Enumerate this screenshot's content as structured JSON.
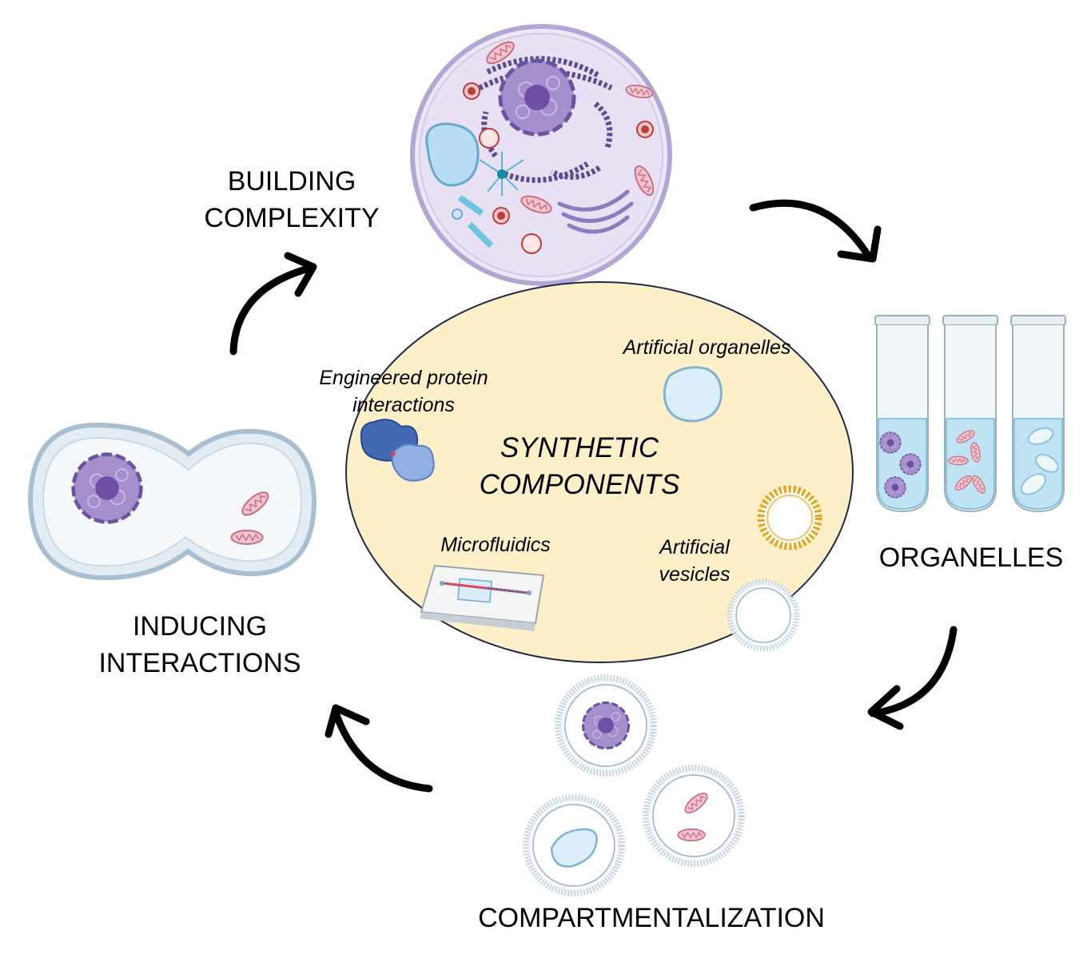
{
  "stages": {
    "building_complexity": [
      "BUILDING",
      "COMPLEXITY"
    ],
    "organelles": "ORGANELLES",
    "compartmentalization": "COMPARTMENTALIZATION",
    "inducing_interactions": [
      "INDUCING",
      "INTERACTIONS"
    ]
  },
  "center": {
    "title": [
      "SYNTHETIC",
      "COMPONENTS"
    ],
    "components": {
      "artificial_organelles": "Artificial organelles",
      "engineered_protein": [
        "Engineered protein",
        "interactions"
      ],
      "microfluidics": "Microfluidics",
      "artificial_vesicles": [
        "Artificial",
        "vesicles"
      ]
    }
  },
  "icons": [
    "eukaryotic-cell-icon",
    "test-tube-icon",
    "vesicle-icon",
    "mitochondrion-icon",
    "nucleus-icon",
    "protein-complex-icon",
    "microfluidic-chip-icon",
    "liposome-icon",
    "dividing-cell-icon",
    "cycle-arrow-icon"
  ],
  "colors": {
    "center_fill": "#fdf0c9",
    "cell_fill": "#e9e3f5",
    "nucleus": "#8b74b8",
    "mitochondria": "#d9889a",
    "tube_liquid": "#bfe3f2",
    "arrow": "#000000"
  }
}
